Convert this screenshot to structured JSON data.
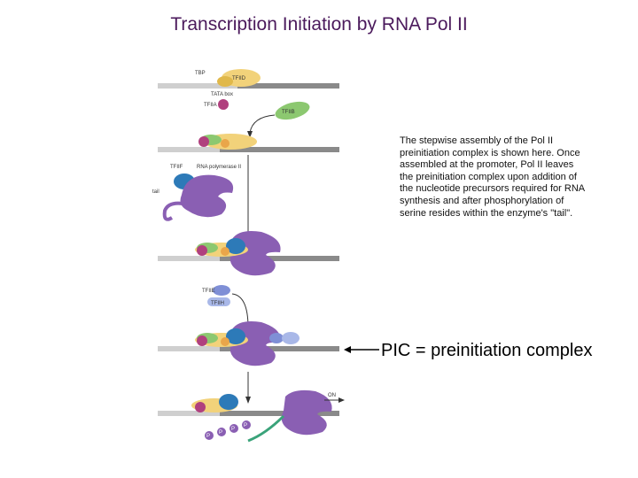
{
  "title": "Transcription Initiation by RNA Pol II",
  "caption": "The stepwise assembly of the Pol II preinitiation complex is shown here. Once assembled at the promoter, Pol II leaves the preinitiation complex upon addition of the nucleotide precursors required for RNA synthesis and after phosphorylation of serine resides within the enzyme's \"tail\".",
  "pic_label": "PIC = preinitiation complex",
  "figure_labels": {
    "tbp": "TBP",
    "tfiid": "TFIID",
    "tata_box": "TATA box",
    "tfiia": "TFIIA",
    "tfiib": "TFIIB",
    "tfiif": "TFIIF",
    "rna_pol": "RNA polymerase II",
    "tail": "tail",
    "tfiie": "TFIIE",
    "tfiih": "TFIIH",
    "on": "ON",
    "phosphate": "P"
  },
  "colors": {
    "title": "#4b1a5c",
    "pol_ii": "#8a5fb3",
    "tfiid": "#f2d27a",
    "tfiia": "#b0407e",
    "tfiib": "#8cc870",
    "tfiif": "#2d7ab8",
    "tfiie": "#7f8fd6",
    "dna": "#8a8a8a"
  }
}
